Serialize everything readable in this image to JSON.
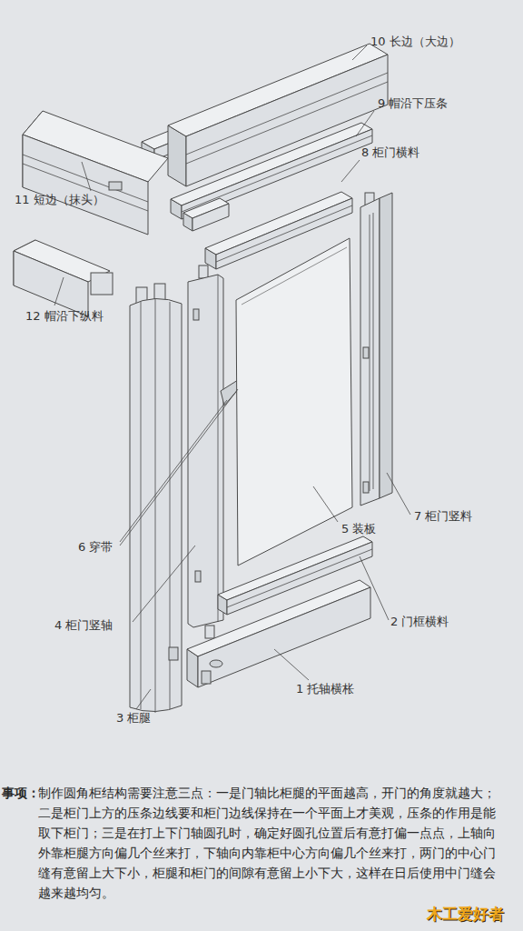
{
  "diagram": {
    "labels": [
      "10 长边（大边）",
      "9 帽沿下压条",
      "8 柜门横料",
      "11 短边（抹头）",
      "12 帽沿下纵料",
      "6 穿带",
      "5 装板",
      "7 柜门竖料",
      "4 柜门竖轴",
      "2 门框横料",
      "1 托轴横枨",
      "3 柜腿",
      "事项：",
      "制作圆角柜结构需要注意三点：一是门轴比柜腿的平面越高，开门的角度就越大；二是柜门上方的压条边线要和柜门边线保持在一个平面上才美观，压条的作用是能取下柜门；三是在打上下门轴圆孔时，确定好圆孔位置后有意打偏一点点，上轴向外靠柜腿方向偏几个丝来打，下轴向内靠柜中心方向偏几个丝来打，两门的中心门缝有意留上大下小，柜腿和柜门的间隙有意留上小下大，这样在日后使用中门缝会越来越均匀。",
      "木工爱好者"
    ]
  }
}
